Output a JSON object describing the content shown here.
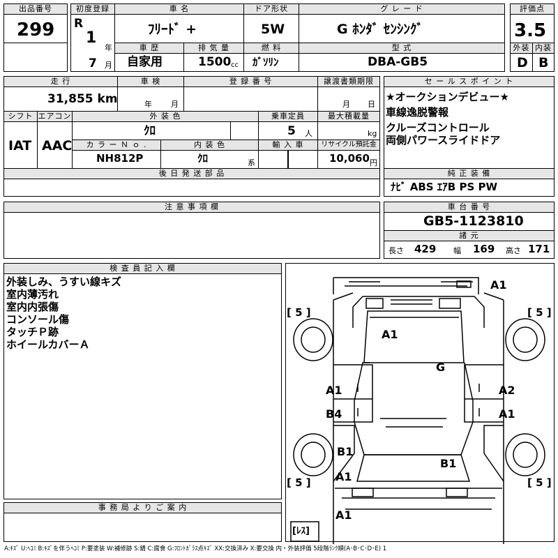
{
  "header": {
    "lot_label": "出品番号",
    "lot": "299",
    "first_reg_label": "初度登録",
    "era": "R",
    "year": "1",
    "year_unit": "年",
    "month": "7",
    "month_unit": "月",
    "car_name_label": "車 名",
    "car_name": "ﾌﾘｰﾄﾞ +",
    "history_label": "車 歴",
    "history": "自家用",
    "displacement_label": "排 気 量",
    "displacement": "1500",
    "displacement_unit": "cc",
    "door_label": "ドア形状",
    "door": "5W",
    "fuel_label": "燃 料",
    "fuel": "ｶﾞｿﾘﾝ",
    "grade_label": "グ レ ー ド",
    "grade": "G ﾎﾝﾀﾞ ｾﾝｼﾝｸﾞ",
    "model_label": "型 式",
    "model": "DBA-GB5",
    "score_label": "評価点",
    "score": "3.5",
    "ext_label": "外装",
    "ext": "D",
    "int_label": "内装",
    "int": "B"
  },
  "row2": {
    "mileage_label": "走 行",
    "mileage": "31,855 km",
    "inspection_label": "車 検",
    "insp_year_unit": "年",
    "insp_month_unit": "月",
    "reg_label": "登 録 番 号",
    "transfer_label": "譲渡書類期限",
    "transfer_month_unit": "月",
    "transfer_day_unit": "日",
    "shift_label": "シフト",
    "shift": "IAT",
    "ac_label": "エアコン",
    "ac": "AAC",
    "color_label": "外 装 色",
    "color": "ｸﾛ",
    "capacity_label": "乗車定員",
    "capacity": "5",
    "capacity_unit": "人",
    "load_label": "最大積載量",
    "load_unit": "kg",
    "color_no_label": "カ ラ ー Ｎ ｏ .",
    "color_no": "NH812P",
    "interior_color_label": "内 装 色",
    "interior_color": "ｸﾛ",
    "interior_suffix": "系",
    "import_label": "輸 入 車",
    "recycle_label": "リサイクル預託金",
    "recycle": "10,060",
    "recycle_unit": "円",
    "later_parts_label": "後 日 発 送 部 品"
  },
  "sales": {
    "label": "セ ー ル ス ポ イ ン ト",
    "items": [
      "★オークションデビュー★",
      "車線逸脱警報",
      "クルーズコントロール",
      "両側パワースライドドア"
    ]
  },
  "equipment": {
    "label": "純 正 装 備",
    "value": "ﾅﾋﾞ ABS ｴｱB PS PW"
  },
  "notes": {
    "label": "注 意 事 項 欄"
  },
  "chassis": {
    "label": "車 台 番 号",
    "value": "GB5-1123810"
  },
  "specs": {
    "label": "諸 元",
    "length_label": "長さ",
    "length": "429",
    "width_label": "幅",
    "width": "169",
    "height_label": "高さ",
    "height": "171"
  },
  "inspector": {
    "label": "検 査 員 記 入 欄",
    "items": [
      "外装しみ、うすい線キズ",
      "室内薄汚れ",
      "室内内張傷",
      "コンソール傷",
      "タッチＰ跡",
      "ホイールカバーＡ"
    ]
  },
  "office": {
    "label": "事 務 局 よ り ご 案 内"
  },
  "diagram": {
    "marks": [
      "A1",
      "A1",
      "G",
      "A1",
      "A2",
      "B4",
      "A1",
      "B1",
      "B1",
      "A1",
      "A1"
    ],
    "tires": [
      "[ 5 ]",
      "[ 5 ]",
      "[ 5 ]",
      "[ 5 ]"
    ],
    "spare": "[ﾚｽ]"
  },
  "legend": "A:ｷｽﾞ U:ﾍｺﾐ B:ｷｽﾞを伴うﾍｺﾐ P:要塗装 W:補修跡 S:錆 C:腐食 G:ﾌﾛﾝﾄｶﾞﾗｽ点ｷｽﾞ XX:交換済み X:要交換 内・外装評価 5段階ﾗﾝｸ順(A･B･C･D･E) 1"
}
